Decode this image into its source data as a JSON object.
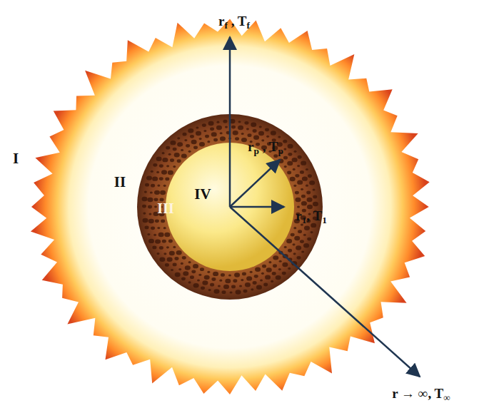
{
  "diagram": {
    "labels": [
      "I",
      "II",
      "III",
      "IV",
      "rf , Tf",
      "rp , Tp",
      "r1, T1",
      "r → ∞, T∞"
    ]
  }
}
